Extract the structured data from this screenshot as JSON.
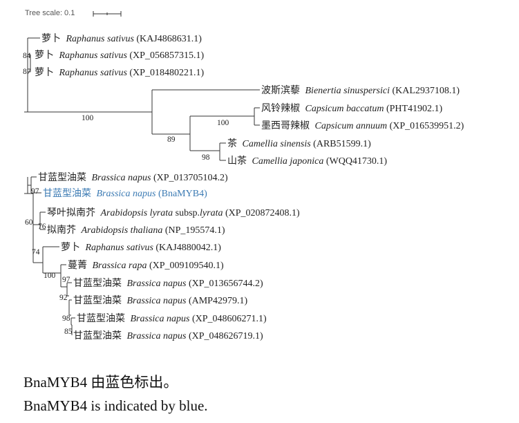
{
  "scale": {
    "label": "Tree scale: 0.1"
  },
  "highlight_color": "#3b7ab3",
  "leaves": [
    {
      "cn": "萝卜",
      "species": "Raphanus sativus",
      "acc": "(KAJ4868631.1)"
    },
    {
      "cn": "萝卜",
      "species": "Raphanus sativus",
      "acc": "(XP_056857315.1)"
    },
    {
      "cn": "萝卜",
      "species": "Raphanus sativus",
      "acc": "(XP_018480221.1)"
    },
    {
      "cn": "波斯滨藜",
      "species": "Bienertia sinuspersici",
      "acc": "(KAL2937108.1)"
    },
    {
      "cn": "风铃辣椒",
      "species": "Capsicum baccatum",
      "acc": "(PHT41902.1)"
    },
    {
      "cn": "墨西哥辣椒",
      "species": "Capsicum annuum",
      "acc": "(XP_016539951.2)"
    },
    {
      "cn": "茶",
      "species": "Camellia sinensis",
      "acc": "(ARB51599.1)"
    },
    {
      "cn": "山茶",
      "species": "Camellia japonica",
      "acc": "(WQQ41730.1)"
    },
    {
      "cn": "甘蓝型油菜",
      "species": "Brassica napus",
      "acc": "(XP_013705104.2)"
    },
    {
      "cn": "甘蓝型油菜",
      "species": "Brassica napus",
      "acc": "(BnaMYB4)"
    },
    {
      "cn": "琴叶拟南芥",
      "species": "Arabidopsis lyrata",
      "sub": "subsp.",
      "var": "lyrata",
      "acc": "(XP_020872408.1)"
    },
    {
      "cn": "拟南芥",
      "species": "Arabidopsis thaliana",
      "acc": "(NP_195574.1)"
    },
    {
      "cn": "萝卜",
      "species": "Raphanus sativus",
      "acc": "(KAJ4880042.1)"
    },
    {
      "cn": "蔓菁",
      "species": "Brassica rapa",
      "acc": "(XP_009109540.1)"
    },
    {
      "cn": "甘蓝型油菜",
      "species": "Brassica napus",
      "acc": "(XP_013656744.2)"
    },
    {
      "cn": "甘蓝型油菜",
      "species": "Brassica napus",
      "acc": "(AMP42979.1)"
    },
    {
      "cn": "甘蓝型油菜",
      "species": "Brassica napus",
      "acc": "(XP_048606271.1)"
    },
    {
      "cn": "甘蓝型油菜",
      "species": "Brassica napus",
      "acc": "(XP_048626719.1)"
    }
  ],
  "bootstrap": [
    "84",
    "87",
    "100",
    "100",
    "89",
    "98",
    "97",
    "60",
    "76",
    "74",
    "100",
    "97",
    "92",
    "98",
    "85"
  ],
  "caption": {
    "zh": "BnaMYB4 由蓝色标出。",
    "en": "BnaMYB4 is indicated by blue."
  }
}
